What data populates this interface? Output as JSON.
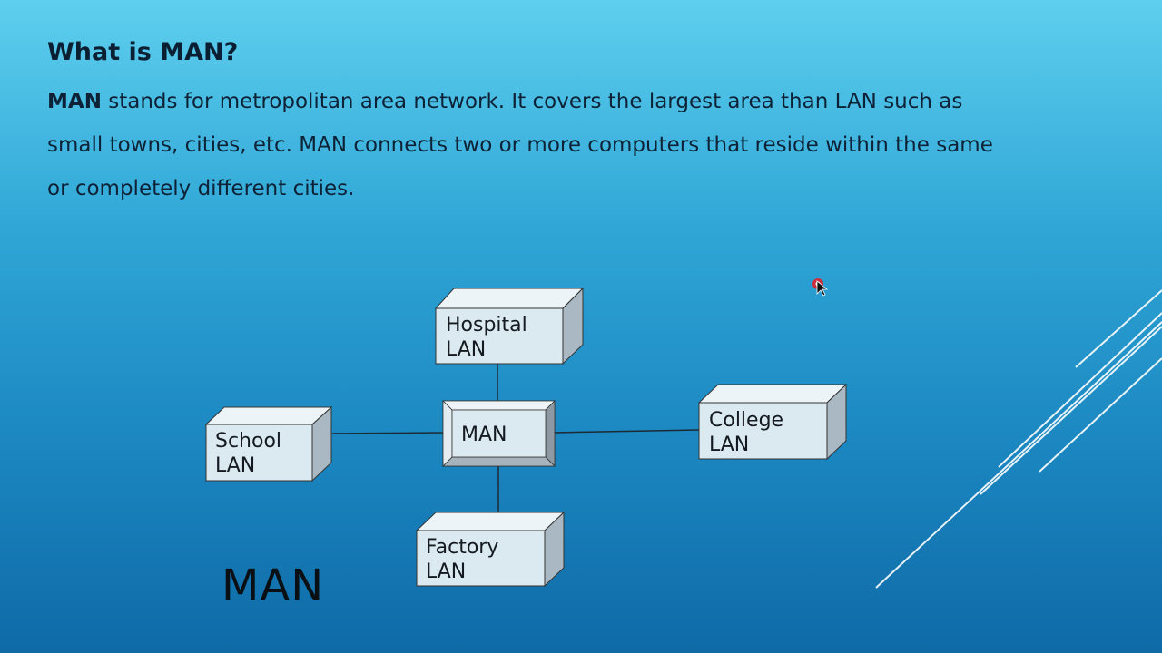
{
  "slide": {
    "title": "What is MAN?",
    "body_bold": "MAN",
    "body_line1": " stands for metropolitan area network. It covers the largest area than LAN such as",
    "body_line2": "small towns, cities, etc. MAN connects two or more computers that reside within the same",
    "body_line3": "or completely different cities.",
    "caption": "MAN"
  },
  "diagram": {
    "hub": {
      "label": "MAN"
    },
    "nodes": {
      "hospital": {
        "line1": "Hospital",
        "line2": "LAN"
      },
      "school": {
        "line1": "School",
        "line2": "LAN"
      },
      "college": {
        "line1": "College",
        "line2": "LAN"
      },
      "factory": {
        "line1": "Factory",
        "line2": "LAN"
      }
    }
  },
  "colors": {
    "box_front": "#dbe9f1",
    "box_top": "#edf4f8",
    "box_side": "#a9b8c2",
    "line": "#1d2a33",
    "cursor_dot": "#e0202a"
  }
}
